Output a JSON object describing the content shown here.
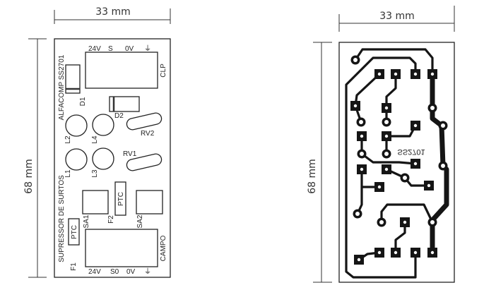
{
  "component_side": {
    "width_label": "33 mm",
    "height_label": "68 mm",
    "board_title": "SUPRESSOR DE SURTOS",
    "board_brand": "ALFACOMP SS2701",
    "clp_connector": {
      "name": "CLP",
      "pins": [
        "24V",
        "S",
        "0V",
        "⏚"
      ]
    },
    "campo_connector": {
      "name": "CAMPO",
      "pins": [
        "24V",
        "S0",
        "0V",
        "⏚"
      ]
    },
    "components": {
      "d1": "D1",
      "d2": "D2",
      "l1": "L1",
      "l2": "L2",
      "l3": "L3",
      "l4": "L4",
      "rv1": "RV1",
      "rv2": "RV2",
      "sa1": "SA1",
      "sa2": "SA2",
      "f1": "F1",
      "f2": "F2",
      "ptc": "PTC"
    }
  },
  "copper_side": {
    "width_label": "33 mm",
    "height_label": "68 mm",
    "board_mark": "SS2701"
  }
}
